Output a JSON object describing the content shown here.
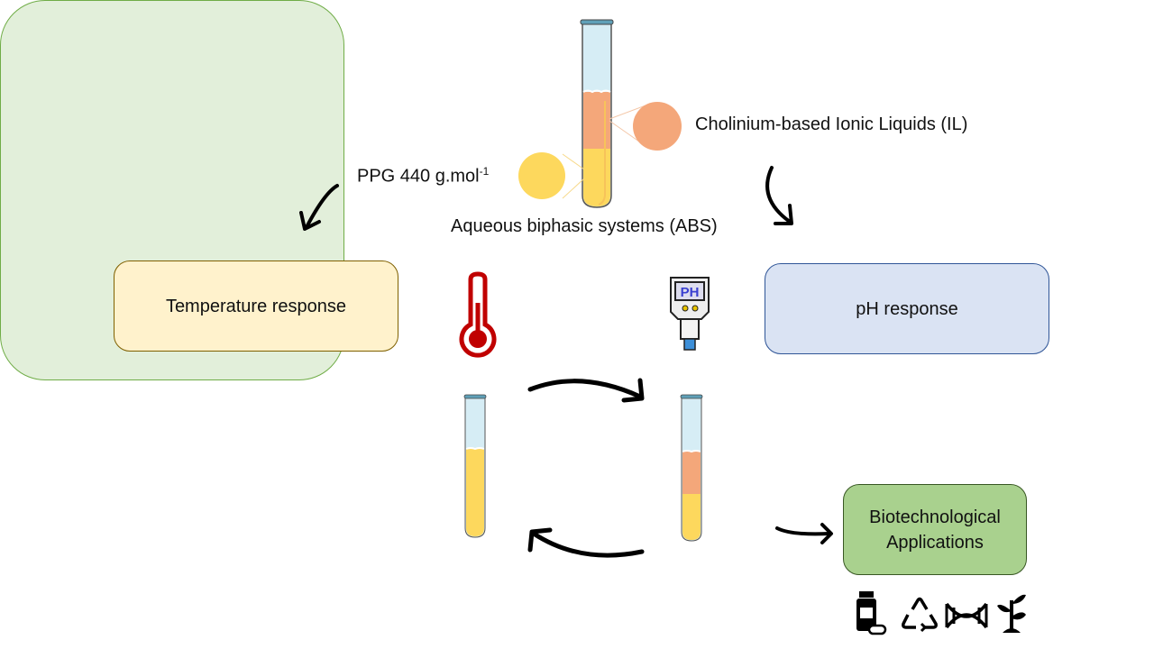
{
  "labels": {
    "il": "Cholinium-based Ionic Liquids (IL)",
    "ppg": "PPG 440 g.mol",
    "ppg_sup": "-1",
    "abs": "Aqueous biphasic systems (ABS)"
  },
  "boxes": {
    "temperature": "Temperature response",
    "ph": "pH response",
    "bio_line1": "Biotechnological",
    "bio_line2": "Applications"
  },
  "icons": {
    "ph_meter_text": "PH",
    "bottom_icons": [
      "medicine-bottle-icon",
      "recycle-icon",
      "dna-icon",
      "plant-icon"
    ]
  },
  "colors": {
    "il_phase": "#f4a77a",
    "ppg_phase": "#fdd85d",
    "water_phase": "#d6edf5",
    "thermometer": "#c00000"
  }
}
